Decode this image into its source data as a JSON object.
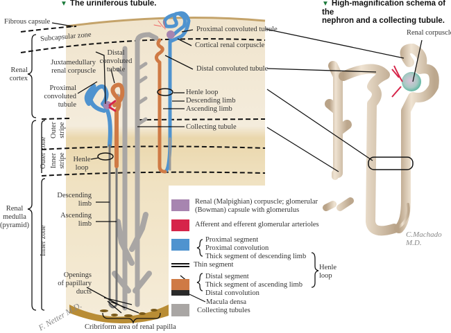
{
  "titles": {
    "left": "The uriniferous tubule.",
    "right_line1": "High-magnification schema of the",
    "right_line2": "nephron and a collecting tubule.",
    "marker_icon": "triangle-down-icon"
  },
  "colors": {
    "title_marker": "#1a7a3a",
    "tissue_cortex": "#f3ead9",
    "tissue_medulla": "#ead9b0",
    "capsule": "#c9a870",
    "papilla": "#b88a2a",
    "corpuscle": "#a785b0",
    "arterioles": "#d6254a",
    "proximal": "#4f93cf",
    "distal": "#cf7a45",
    "macula_densa": "#2a2a2a",
    "collecting": "#a9a6a4",
    "nephron_3d": "#d9c8b3"
  },
  "left_labels": {
    "fibrous_capsule": "Fibrous capsule",
    "subcapsular_zone": "Subcapsular zone",
    "renal_cortex": [
      "Renal",
      "cortex"
    ],
    "juxtamedullary": [
      "Juxtamedullary",
      "renal corpuscle"
    ],
    "distal_convoluted_left": [
      "Distal",
      "convoluted",
      "tubule"
    ],
    "proximal_convoluted_left": [
      "Proximal",
      "convoluted",
      "tubule"
    ],
    "outer_zone": "Outer zone",
    "outer_stripe": [
      "Outer",
      "stripe"
    ],
    "inner_stripe": [
      "Inner",
      "stripe"
    ],
    "henle_loop_left": [
      "Henle",
      "loop"
    ],
    "renal_medulla": [
      "Renal",
      "medulla",
      "(pyramid)"
    ],
    "inner_zone": "Inner zone",
    "descending_limb_left": [
      "Descending",
      "limb"
    ],
    "ascending_limb_left": [
      "Ascending",
      "limb"
    ],
    "openings": [
      "Openings",
      "of papillary",
      "ducts"
    ],
    "cribriform": "Cribriform area of renal papilla"
  },
  "center_labels": {
    "proximal_convoluted": "Proximal convoluted tubule",
    "cortical_corpuscle": "Cortical renal corpuscle",
    "distal_convoluted": "Distal convoluted tubule",
    "henle_loop": "Henle loop",
    "descending_limb": "Descending limb",
    "ascending_limb": "Ascending limb",
    "collecting_tubule": "Collecting tubule"
  },
  "right_labels": {
    "renal_corpuscle": "Renal corpuscle"
  },
  "legend": {
    "items": [
      {
        "swatch": "corpuscle",
        "lines": [
          "Renal (Malpighian) corpuscle; glomerular",
          "(Bowman) capsule with glomerulus"
        ]
      },
      {
        "swatch": "arterioles",
        "lines": [
          "Afferent and efferent glomerular arterioles"
        ]
      },
      {
        "swatch": "proximal",
        "lines": [
          "Proximal segment",
          "Proximal convolution",
          "Thick segment of descending limb"
        ]
      },
      {
        "swatch": "thin",
        "lines": [
          "Thin segment"
        ]
      },
      {
        "swatch": "distal",
        "lines": [
          "Distal segment",
          "Thick segment of ascending limb",
          "Distal convolution"
        ]
      },
      {
        "swatch": "macula_densa",
        "lines": [
          "Macula densa"
        ]
      },
      {
        "swatch": "collecting",
        "lines": [
          "Collecting tubules"
        ]
      }
    ],
    "henle_group": [
      "Henle",
      "loop"
    ]
  },
  "signatures": {
    "left": "F. Netter M.D.",
    "right": "C.Machado M.D."
  }
}
